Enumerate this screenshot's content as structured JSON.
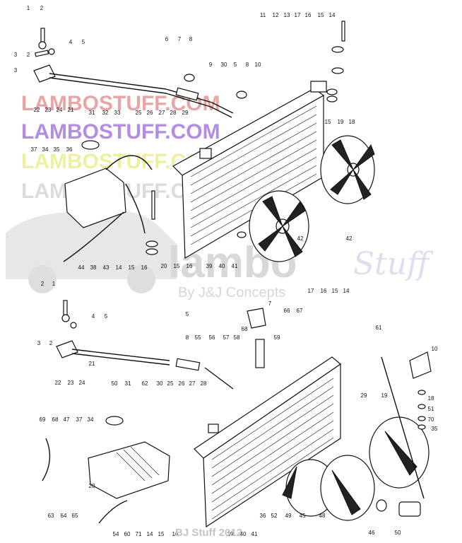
{
  "watermark": {
    "site_lines": [
      {
        "text": "LAMBOSTUFF.COM",
        "color": "#e8a5a5"
      },
      {
        "text": "LAMBOSTUFF.COM",
        "color": "#b38de0"
      },
      {
        "text": "LAMBOSTUFF.COM",
        "color": "#eef0a0"
      },
      {
        "text": "LAMBOSTUFF.COM",
        "color": "#dcdcdc"
      }
    ],
    "brand": "lambo",
    "brand_script": "Stuff",
    "tagline": "By J&J Concepts"
  },
  "footer": "BJ Stuff 2012",
  "callouts_upper": [
    "1",
    "2",
    "3",
    "4",
    "5",
    "3",
    "2",
    "6",
    "7",
    "8",
    "9",
    "30",
    "5",
    "8",
    "10",
    "11",
    "12",
    "13",
    "17",
    "16",
    "15",
    "14",
    "22",
    "23",
    "24",
    "21",
    "31",
    "32",
    "33",
    "25",
    "26",
    "27",
    "28",
    "29",
    "37",
    "34",
    "35",
    "36",
    "15",
    "19",
    "18",
    "42",
    "42",
    "44",
    "38",
    "43",
    "14",
    "15",
    "16",
    "20",
    "15",
    "16",
    "39",
    "40",
    "41"
  ],
  "callouts_lower": [
    "2",
    "1",
    "3",
    "4",
    "5",
    "2",
    "21",
    "22",
    "23",
    "24",
    "5",
    "7",
    "66",
    "67",
    "68",
    "17",
    "16",
    "15",
    "14",
    "61",
    "8",
    "55",
    "56",
    "57",
    "58",
    "59",
    "10",
    "50",
    "31",
    "62",
    "30",
    "25",
    "26",
    "27",
    "28",
    "29",
    "19",
    "18",
    "51",
    "70",
    "69",
    "68",
    "47",
    "37",
    "34",
    "35",
    "36",
    "71",
    "14",
    "15",
    "16",
    "20",
    "63",
    "64",
    "65",
    "54",
    "60",
    "39",
    "40",
    "41",
    "52",
    "49",
    "45",
    "48",
    "46",
    "50"
  ]
}
